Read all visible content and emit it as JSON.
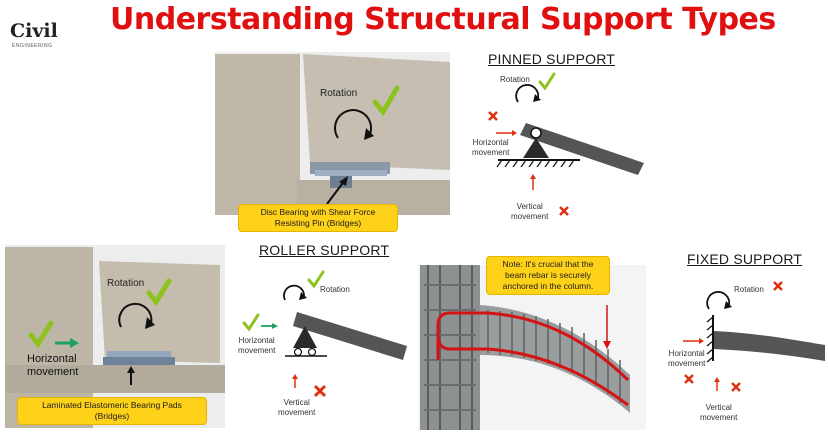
{
  "header": {
    "title": "Understanding Structural Support Types",
    "logo": "Civil",
    "logo_sub": "ENGINEERING"
  },
  "pinned": {
    "title": "PINNED SUPPORT",
    "rotation": "Rotation",
    "horizontal": "Horizontal\nmovement",
    "vertical": "Vertical\nmovement"
  },
  "photo_top": {
    "rotation": "Rotation",
    "caption": "Disc Bearing with Shear Force\nResisting Pin (Bridges)"
  },
  "roller": {
    "title": "ROLLER SUPPORT",
    "rotation": "Rotation",
    "horizontal": "Horizontal\nmovement",
    "vertical": "Vertical\nmovement"
  },
  "photo_bottom": {
    "rotation": "Rotation",
    "horizontal": "Horizontal\nmovement",
    "caption": "Laminated Elastomeric Bearing Pads\n(Bridges)"
  },
  "rebar": {
    "note": "Note: It's crucial that  the\nbeam rebar is securely\nanchored in the column."
  },
  "fixed": {
    "title": "FIXED SUPPORT",
    "rotation": "Rotation",
    "horizontal": "Horizontal\nmovement",
    "vertical": "Vertical\nmovement"
  },
  "colors": {
    "title_red": "#e01010",
    "check_green": "#8dc21f",
    "cross_red": "#e03010",
    "callout_yellow": "#ffd21a"
  }
}
